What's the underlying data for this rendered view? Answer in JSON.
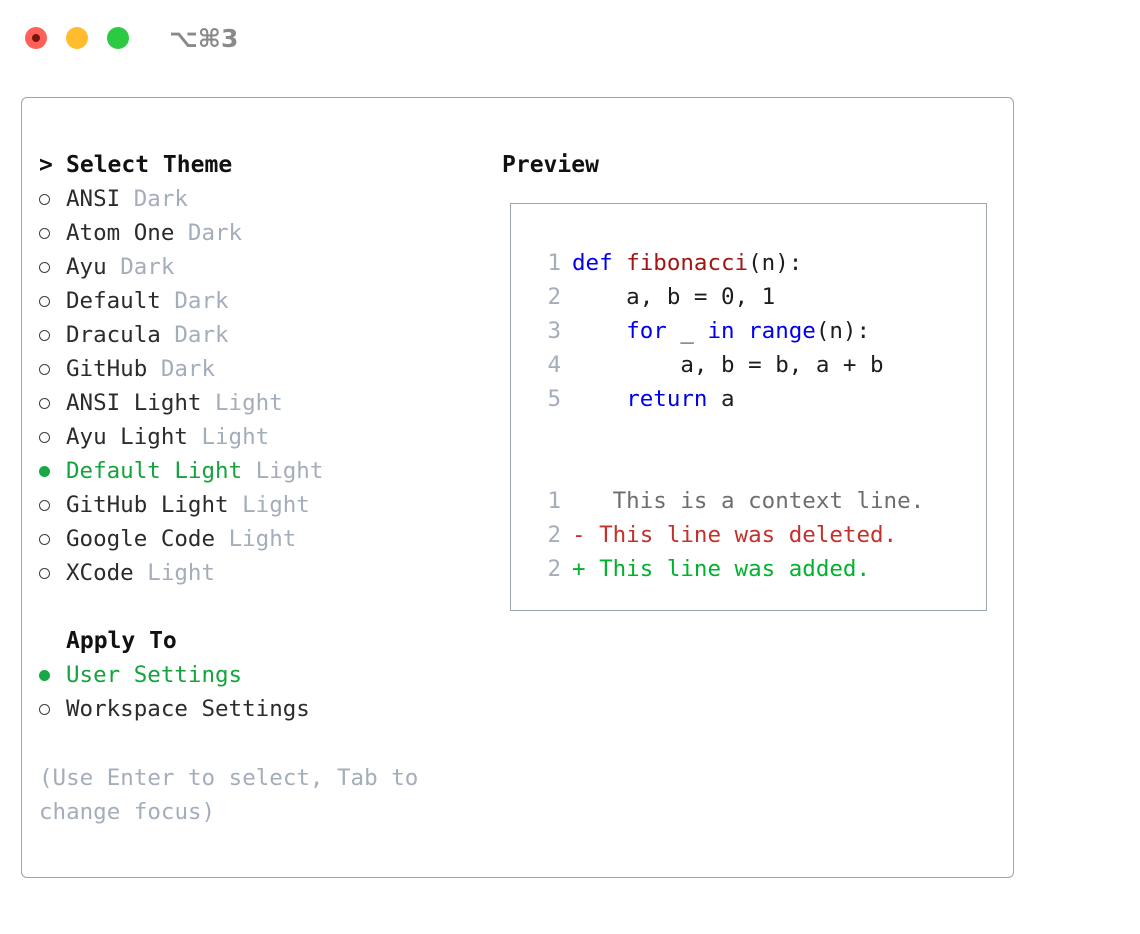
{
  "window": {
    "title": "⌥⌘3",
    "traffic_lights": [
      "close",
      "minimize",
      "maximize"
    ]
  },
  "theme_picker": {
    "caret": ">",
    "heading": "Select Theme",
    "selected_theme": "Default Light",
    "items": [
      {
        "name": "ANSI",
        "tag": "Dark",
        "selected": false
      },
      {
        "name": "Atom One",
        "tag": "Dark",
        "selected": false
      },
      {
        "name": "Ayu",
        "tag": "Dark",
        "selected": false
      },
      {
        "name": "Default",
        "tag": "Dark",
        "selected": false
      },
      {
        "name": "Dracula",
        "tag": "Dark",
        "selected": false
      },
      {
        "name": "GitHub",
        "tag": "Dark",
        "selected": false
      },
      {
        "name": "ANSI Light",
        "tag": "Light",
        "selected": false
      },
      {
        "name": "Ayu Light",
        "tag": "Light",
        "selected": false
      },
      {
        "name": "Default Light",
        "tag": "Light",
        "selected": true
      },
      {
        "name": "GitHub Light",
        "tag": "Light",
        "selected": false
      },
      {
        "name": "Google Code",
        "tag": "Light",
        "selected": false
      },
      {
        "name": "XCode",
        "tag": "Light",
        "selected": false
      }
    ]
  },
  "apply_to": {
    "heading": "Apply To",
    "selected_option": "User Settings",
    "options": [
      {
        "label": "User Settings",
        "selected": true
      },
      {
        "label": "Workspace Settings",
        "selected": false
      }
    ]
  },
  "hint": "(Use Enter to select, Tab to change focus)",
  "preview": {
    "title": "Preview",
    "code_lines": [
      {
        "num": "1",
        "segments": [
          {
            "text": "def ",
            "style": "kw"
          },
          {
            "text": "fibonacci",
            "style": "fn"
          },
          {
            "text": "(n):",
            "style": "pl"
          }
        ]
      },
      {
        "num": "2",
        "segments": [
          {
            "text": "    a, b = 0, 1",
            "style": "pl"
          }
        ]
      },
      {
        "num": "3",
        "segments": [
          {
            "text": "    ",
            "style": "pl"
          },
          {
            "text": "for",
            "style": "kw"
          },
          {
            "text": " _ ",
            "style": "pl"
          },
          {
            "text": "in ",
            "style": "kw"
          },
          {
            "text": "range",
            "style": "kw"
          },
          {
            "text": "(n):",
            "style": "pl"
          }
        ]
      },
      {
        "num": "4",
        "segments": [
          {
            "text": "        a, b = b, a + b",
            "style": "pl"
          }
        ]
      },
      {
        "num": "5",
        "segments": [
          {
            "text": "    ",
            "style": "pl"
          },
          {
            "text": "return",
            "style": "kw"
          },
          {
            "text": " a",
            "style": "pl"
          }
        ]
      }
    ],
    "diff_lines": [
      {
        "num": "1",
        "marker": " ",
        "text": "  This is a context line.",
        "style": "ctx"
      },
      {
        "num": "2",
        "marker": "-",
        "text": " This line was deleted.",
        "style": "del"
      },
      {
        "num": "2",
        "marker": "+",
        "text": " This line was added.",
        "style": "add"
      }
    ]
  },
  "colors": {
    "accent_green": "#19a845",
    "selected_text": "#15a33d",
    "muted": "#a4adbb",
    "border": "#9aa5b1",
    "keyword": "#0000ee",
    "function": "#a31515",
    "diff_deleted": "#c4302b",
    "diff_added": "#00b22d",
    "traffic_red": "#ff6159",
    "traffic_yellow": "#ffbd2e",
    "traffic_green": "#2bca42"
  }
}
